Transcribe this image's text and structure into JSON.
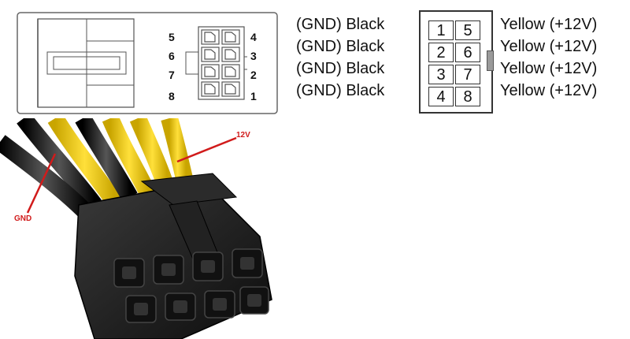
{
  "side_view": {
    "pin_numbers_left": [
      "5",
      "6",
      "7",
      "8"
    ],
    "pin_numbers_right": [
      "4",
      "3",
      "2",
      "1"
    ]
  },
  "pinout": {
    "rows": [
      {
        "left_label": "(GND) Black",
        "left_pin": "1",
        "right_pin": "5",
        "right_label": "Yellow (+12V)"
      },
      {
        "left_label": "(GND) Black",
        "left_pin": "2",
        "right_pin": "6",
        "right_label": "Yellow (+12V)"
      },
      {
        "left_label": "(GND) Black",
        "left_pin": "3",
        "right_pin": "7",
        "right_label": "Yellow (+12V)"
      },
      {
        "left_label": "(GND) Black",
        "left_pin": "4",
        "right_pin": "8",
        "right_label": "Yellow (+12V)"
      }
    ]
  },
  "photo": {
    "callout_12v": "12V",
    "callout_gnd": "GND"
  },
  "colors": {
    "wire_yellow": "#f2c900",
    "wire_black": "#1a1a1a",
    "callout_red": "#d11b1b"
  }
}
